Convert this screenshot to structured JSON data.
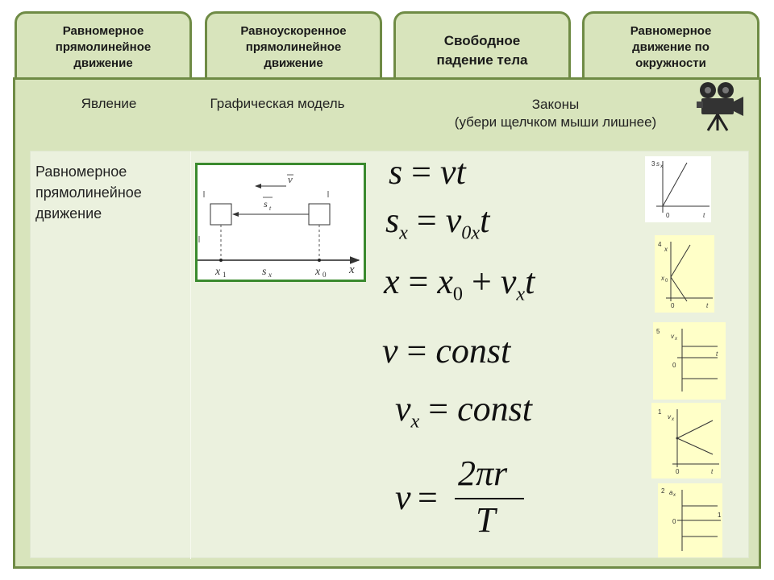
{
  "tabs": [
    {
      "label": "Равномерное\nпрямолинейное\nдвижение"
    },
    {
      "label": "Равноускоренное\nпрямолинейное\nдвижение"
    },
    {
      "label": "Свободное\nпадение тела"
    },
    {
      "label": "Равномерное\nдвижение по\nокружности"
    }
  ],
  "headers": {
    "phenomenon": "Явление",
    "model": "Графическая модель",
    "laws": "Законы\n(убери щелчком мыши лишнее)"
  },
  "phenomenon_text": "Равномерное\nпрямолинейное\nдвижение",
  "model": {
    "v_label": "v",
    "s_label": "s",
    "s_sub": "t",
    "axis_x": "x",
    "x1": "x",
    "x1_sub": "1",
    "sx": "s",
    "sx_sub": "x",
    "x0": "x",
    "x0_sub": "0"
  },
  "formulas": {
    "f1": {
      "lhs": "s",
      "rhs": "vt"
    },
    "f2": {
      "lhs": "s",
      "lhs_sub": "x",
      "rhs_a": "v",
      "rhs_sub": "0x",
      "rhs_b": "t"
    },
    "f3": {
      "a": "x",
      "b": "x",
      "b_sub": "0",
      "c": "v",
      "c_sub": "x",
      "d": "t"
    },
    "f4": {
      "lhs": "v",
      "rhs": "const"
    },
    "f5": {
      "lhs": "v",
      "lhs_sub": "x",
      "rhs": "const"
    },
    "f6": {
      "lhs": "v",
      "num": "2πr",
      "den": "T"
    }
  },
  "graphs": [
    {
      "num": "3",
      "y": "s",
      "y_sub": "x",
      "origin": "0",
      "x": "t"
    },
    {
      "num": "4",
      "y": "x",
      "y0": "x",
      "y0_sub": "0",
      "origin": "0",
      "x": "t"
    },
    {
      "num": "5",
      "y": "v",
      "y_sub": "x",
      "origin": "0",
      "x": "t"
    },
    {
      "num": "1",
      "y": "v",
      "y_sub": "x",
      "origin": "0",
      "x": "t"
    },
    {
      "num": "2",
      "y": "a",
      "y_sub": "x",
      "origin": "0",
      "x": "1"
    }
  ],
  "colors": {
    "tab_fill": "#d8e4bc",
    "border": "#6f8b45",
    "inner": "#ebf1de",
    "model_border": "#3a8a2e",
    "graph_tint": "#ffffc8"
  },
  "icons": {
    "camera": "film-camera-icon"
  }
}
